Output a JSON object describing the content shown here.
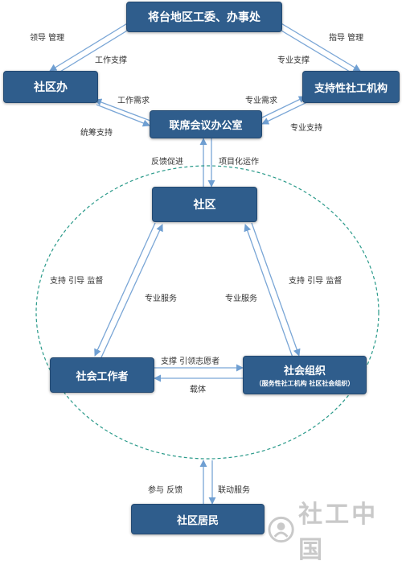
{
  "boxes": {
    "top": "将台地区工委、办事处",
    "left": "社区办",
    "right": "支持性社工机构",
    "center": "联席会议办公室",
    "community": "社区",
    "worker": "社会工作者",
    "org": "社会组织",
    "org_sub": "（服务性社工机构 社区社会组织）",
    "resident": "社区居民"
  },
  "labels": {
    "lead_manage": "领导 管理",
    "guide_manage": "指导 管理",
    "work_support": "工作支撑",
    "pro_support_1": "专业支撑",
    "work_demand": "工作需求",
    "pro_demand": "专业需求",
    "coord_support": "统筹支持",
    "pro_support_2": "专业支持",
    "feedback_promote": "反馈促进",
    "project_operation": "项目化运作",
    "support_guide_supervise_1": "支持 引导 监督",
    "pro_service_1": "专业服务",
    "pro_service_2": "专业服务",
    "support_guide_supervise_2": "支持 引导 监督",
    "support_lead_volunteers": "支撑 引领志愿者",
    "carrier": "载体",
    "participate_feedback": "参与 反馈",
    "linked_service": "联动服务"
  },
  "logo": {
    "text": "社工中国"
  },
  "colors": {
    "box": "#2f5d8c",
    "arrow": "#7aa6d6",
    "ellipse": "#2a9a8a"
  }
}
